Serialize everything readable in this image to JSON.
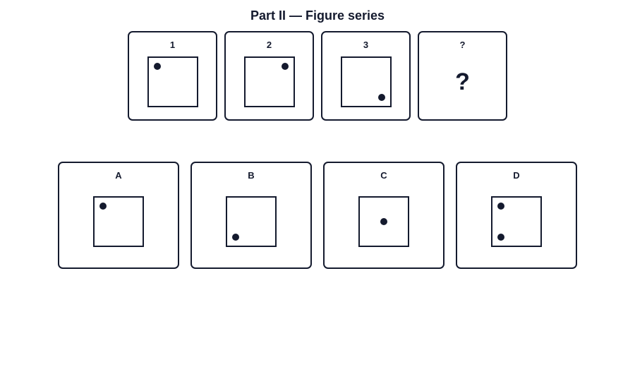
{
  "title": "Part II — Figure series",
  "sequence": [
    {
      "label": "1",
      "dots": [
        "top-left"
      ]
    },
    {
      "label": "2",
      "dots": [
        "top-right"
      ]
    },
    {
      "label": "3",
      "dots": [
        "bottom-right"
      ]
    },
    {
      "label": "?",
      "missing_mark": "?"
    }
  ],
  "options": [
    {
      "label": "A",
      "dots": [
        "top-left"
      ]
    },
    {
      "label": "B",
      "dots": [
        "bottom-left"
      ]
    },
    {
      "label": "C",
      "dots": [
        "center"
      ]
    },
    {
      "label": "D",
      "dots": [
        "top-left",
        "bottom-left"
      ]
    }
  ]
}
